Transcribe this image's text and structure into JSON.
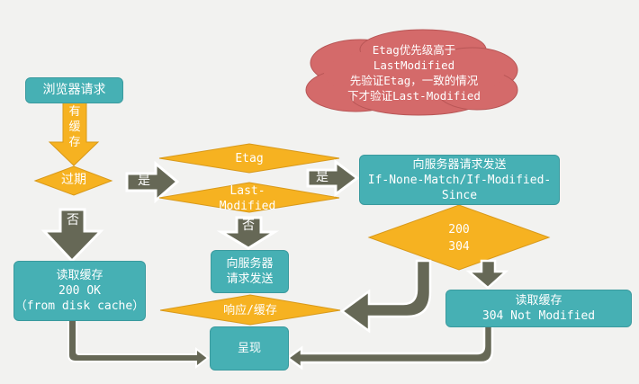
{
  "colors": {
    "teal": "#46b0b4",
    "orange": "#f6b221",
    "gray_arrow": "#666856",
    "cloud": "#d46a6a",
    "background": "#f2f2f0"
  },
  "cloud": {
    "lines": [
      "Etag优先级高于",
      "LastModified",
      "先验证Etag，一致的情况",
      "下才验证Last-Modified"
    ]
  },
  "nodes": {
    "browser_request": "浏览器请求",
    "has_cache": "有缓存",
    "expired": "过期",
    "etag": "Etag",
    "last_modified": "Last-Modified",
    "send_request_conditional": {
      "line1": "向服务器请求发送",
      "line2": "If-None-Match/If-Modified-",
      "line3": "Since"
    },
    "status_diamond": {
      "line1": "200",
      "line2": "304"
    },
    "read_cache_disk": {
      "line1": "读取缓存",
      "line2": "200 OK",
      "line3": "（from disk cache）"
    },
    "send_request": {
      "line1": "向服务器",
      "line2": "请求发送"
    },
    "response_cache": "响应/缓存",
    "render": "呈现",
    "read_cache_304": {
      "line1": "读取缓存",
      "line2": "304 Not Modified"
    }
  },
  "edges": {
    "yes1": "是",
    "yes2": "是",
    "no1": "否",
    "no2": "否"
  }
}
